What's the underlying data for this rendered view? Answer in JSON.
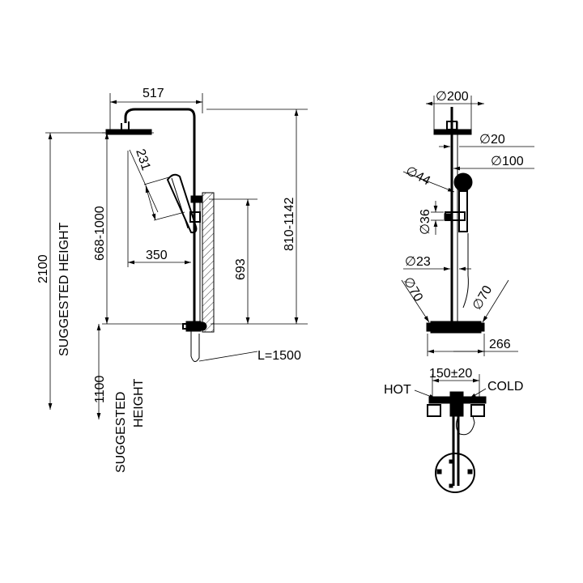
{
  "side_view": {
    "width_517": "517",
    "arm_231": "231",
    "offset_350": "350",
    "height_693": "693",
    "height_668_1000": "668-1000",
    "height_810_1142": "810-1142",
    "hose_length": "L=1500",
    "height_2100": "2100",
    "suggested_height_1": "SUGGESTED HEIGHT",
    "height_1100": "1100",
    "suggested_2": "SUGGESTED",
    "height_2": "HEIGHT"
  },
  "front_view": {
    "dia_200": "200",
    "dia_20": "20",
    "dia_100": "100",
    "dia_44": "44",
    "dia_36": "36",
    "dia_23": "23",
    "dia_70_left": "70",
    "dia_70_right": "70",
    "width_266": "266",
    "center_150": "150±20",
    "hot_label": "HOT",
    "cold_label": "COLD"
  },
  "diameter_symbol": "∅"
}
